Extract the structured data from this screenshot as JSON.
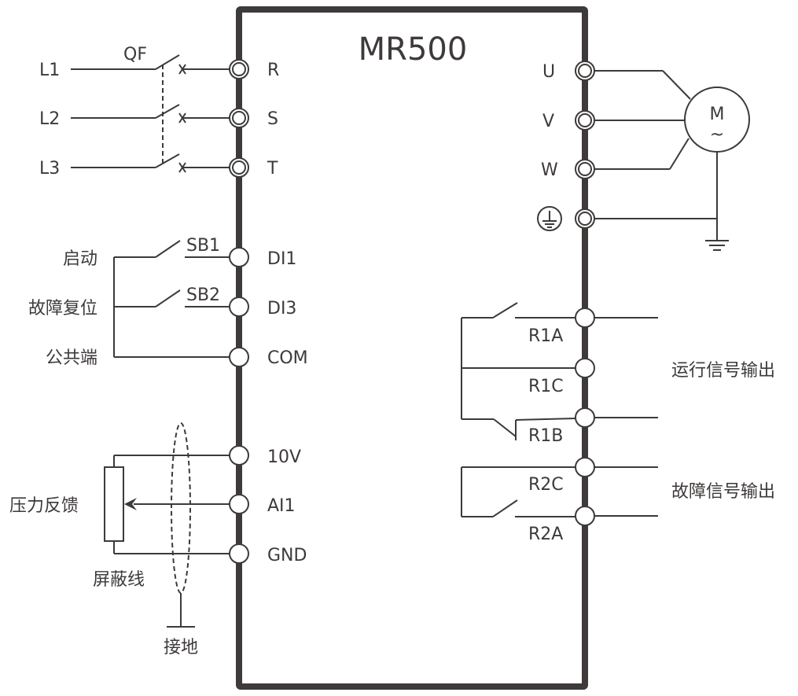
{
  "device": {
    "title": "MR500"
  },
  "power_input": {
    "breaker_label": "QF",
    "lines": [
      "L1",
      "L2",
      "L3"
    ],
    "terminals": [
      "R",
      "S",
      "T"
    ]
  },
  "motor_output": {
    "terminals": [
      "U",
      "V",
      "W"
    ],
    "motor_label": "M",
    "motor_symbol": "~",
    "ground_terminal_icon": "protective-earth-icon"
  },
  "digital_inputs": {
    "labels": [
      "启动",
      "故障复位",
      "公共端"
    ],
    "switches": [
      "SB1",
      "SB2"
    ],
    "terminals": [
      "DI1",
      "DI3",
      "COM"
    ]
  },
  "analog_inputs": {
    "sensor_label": "压力反馈",
    "shield_label": "屏蔽线",
    "ground_label": "接地",
    "terminals": [
      "10V",
      "AI1",
      "GND"
    ]
  },
  "relay_outputs": {
    "relay1": {
      "terminals": [
        "R1A",
        "R1C",
        "R1B"
      ],
      "label": "运行信号输出"
    },
    "relay2": {
      "terminals": [
        "R2C",
        "R2A"
      ],
      "label": "故障信号输出"
    }
  }
}
